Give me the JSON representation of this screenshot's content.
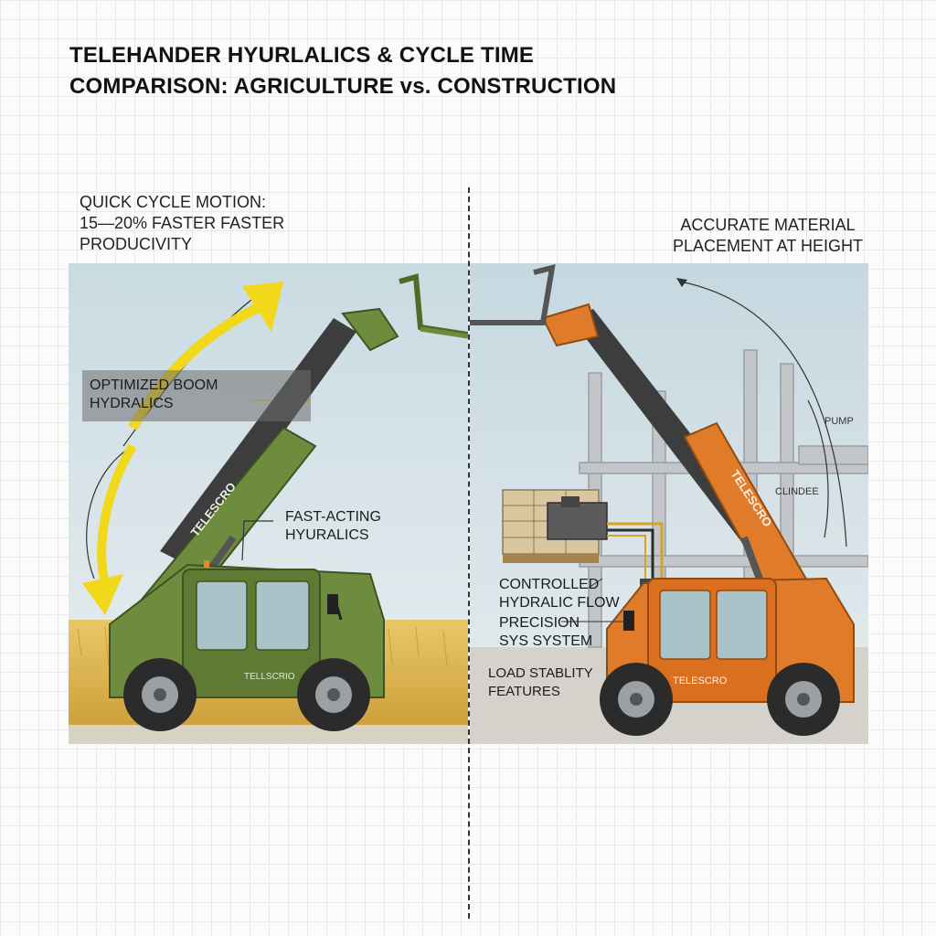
{
  "title": {
    "line1": "TELEHANDER HYURLALICS & CYCLE TIME",
    "line2": "COMPARISON: AGRICULTURE vs. CONSTRUCTION"
  },
  "left": {
    "caption": {
      "line1": "QUICK CYCLE MOTION:",
      "line2": "15—20% FASTER FASTER",
      "line3": "PRODUCIVITY"
    },
    "labels": {
      "boom_line1": "OPTIMIZED BOOM",
      "boom_line2": "HYDRALICS",
      "fast_line1": "FAST-ACTING",
      "fast_line2": "HYURALICS"
    },
    "brand_boom": "TELESCRO",
    "brand_body": "TELLSCRIO",
    "colors": {
      "machine": "#6e8c3e",
      "arrow": "#f2d81b",
      "field": "#e0b84c"
    }
  },
  "right": {
    "caption": {
      "line1": "ACCURATE MATERIAL",
      "line2": "PLACEMENT AT HEIGHT"
    },
    "labels": {
      "pump": "PUMP",
      "cylinder": "CLINDEE",
      "flow_line1": "CONTROLLED",
      "flow_line2": "HYDRALIC FLOW",
      "precision_line1": "PRECISION",
      "precision_line2": "SYS SYSTEM",
      "load_line1": "LOAD STABLITY",
      "load_line2": "FEATURES"
    },
    "brand_boom": "TELESCRO",
    "brand_body": "TELESCRO",
    "colors": {
      "machine": "#e07b2a",
      "structure": "#bfc3c6"
    }
  }
}
